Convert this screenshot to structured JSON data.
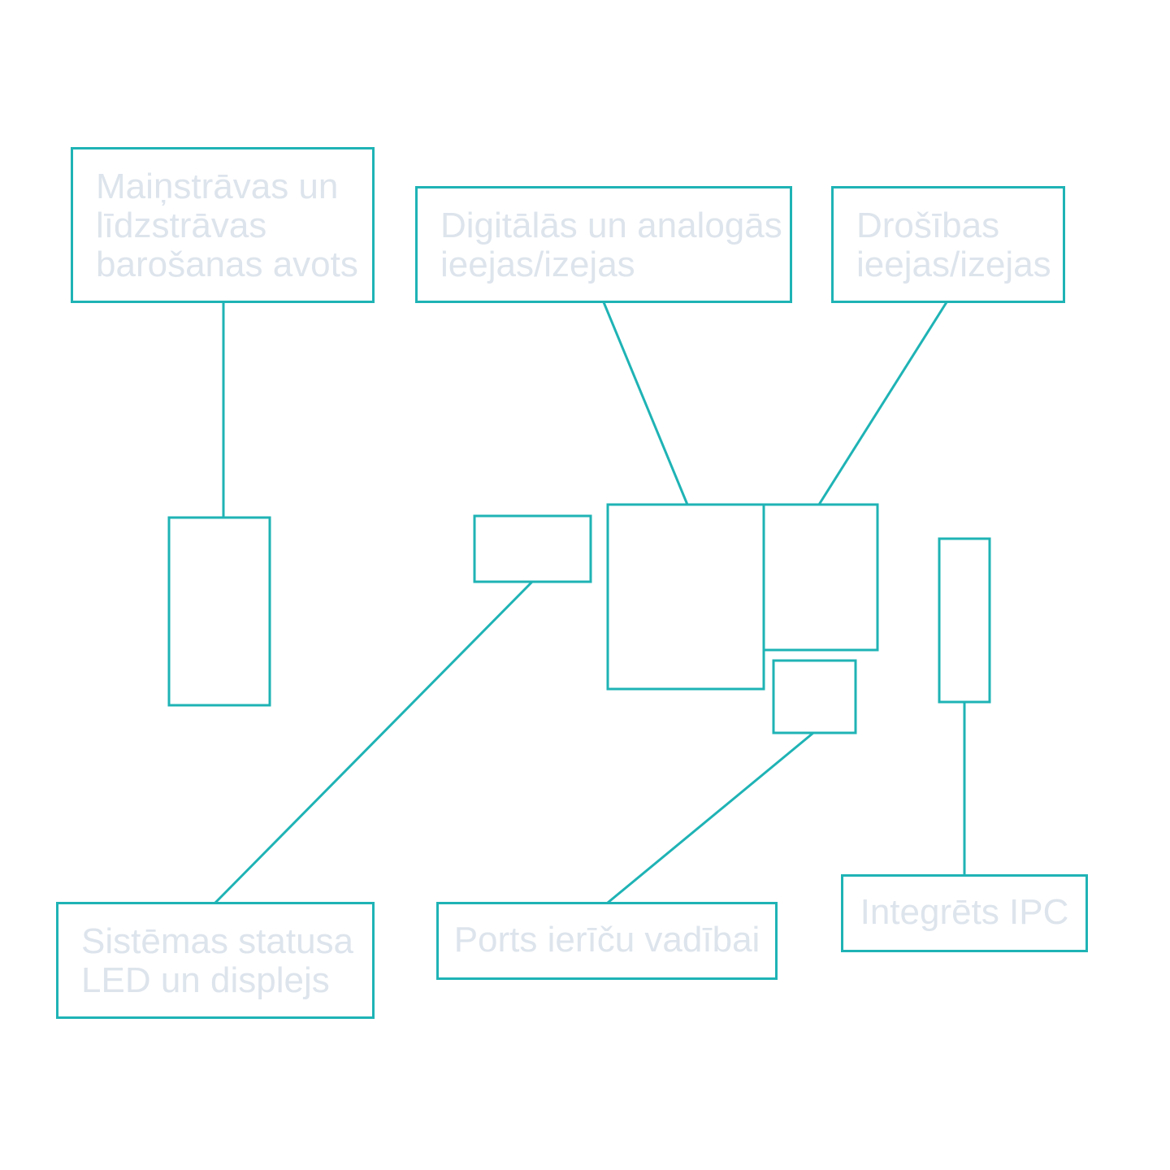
{
  "labels": {
    "power_supply": "Maiņstrāvas un\nlīdzstrāvas\nbarošanas avots",
    "digital_analog_io": "Digitālās un analogās\nieejas/izejas",
    "safety_io": "Drošības\nieejas/izejas",
    "status_led_display": "Sistēmas statusa\nLED un displejs",
    "device_control_port": "Ports ierīču vadībai",
    "integrated_ipc": "Integrēts IPC"
  },
  "colors": {
    "accent": "#1fb3b5",
    "text": "#dde4ec",
    "background": "#ffffff"
  }
}
